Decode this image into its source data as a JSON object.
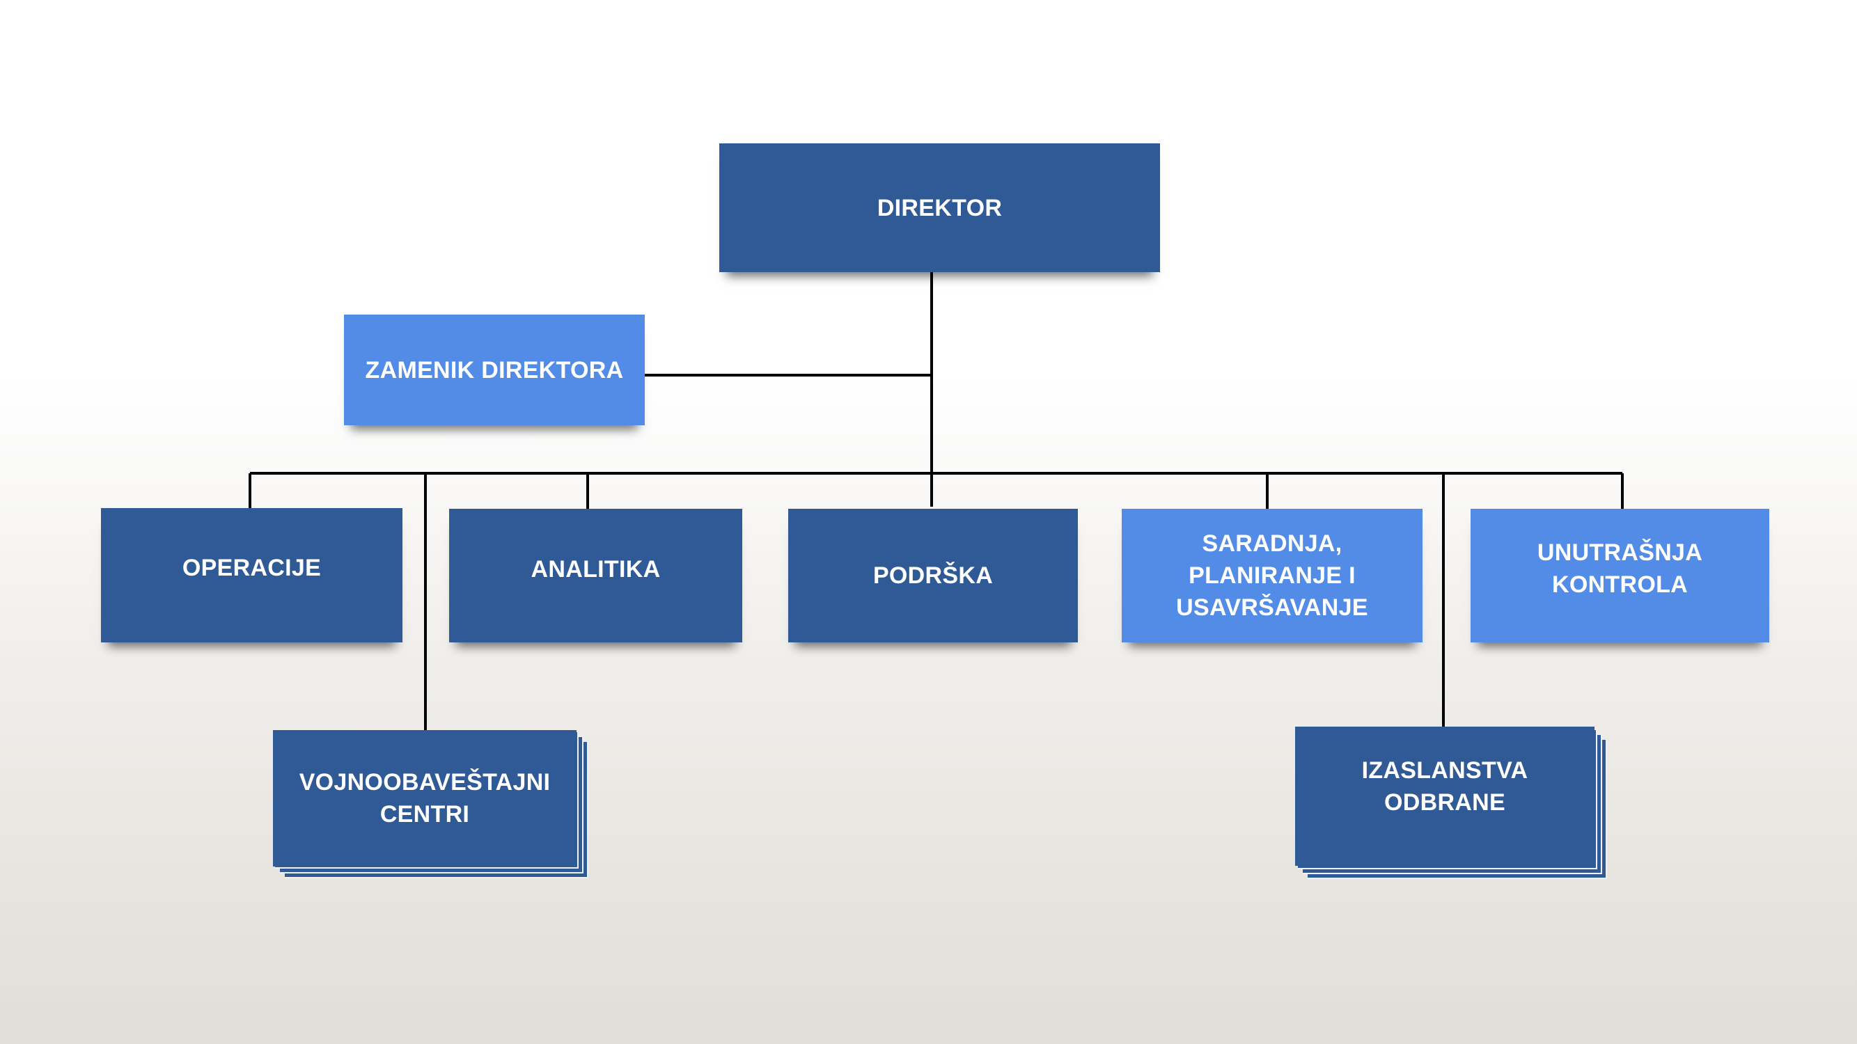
{
  "org_chart": {
    "director": {
      "label": "DIREKTOR"
    },
    "deputy": {
      "label": "ZAMENIK DIREKTORA"
    },
    "departments": {
      "operations": {
        "label": "OPERACIJE"
      },
      "analytics": {
        "label": "ANALITIKA"
      },
      "support": {
        "label": "PODRŠKA"
      },
      "cooperation": {
        "label": "SARADNJA,\nPLANIRANJE I\nUSAVRŠAVANJE"
      },
      "internal_control": {
        "label": "UNUTRAŠNJA\nKONTROLA"
      }
    },
    "sub_units": {
      "intelligence_centers": {
        "label": "VOJNOOBAVEŠTAJNI\nCENTRI"
      },
      "defense_missions": {
        "label": "IZASLANSTVA\nODBRANE"
      }
    },
    "colors": {
      "dark_box": "#305a96",
      "light_box": "#538ce6",
      "connector": "#000000"
    }
  }
}
